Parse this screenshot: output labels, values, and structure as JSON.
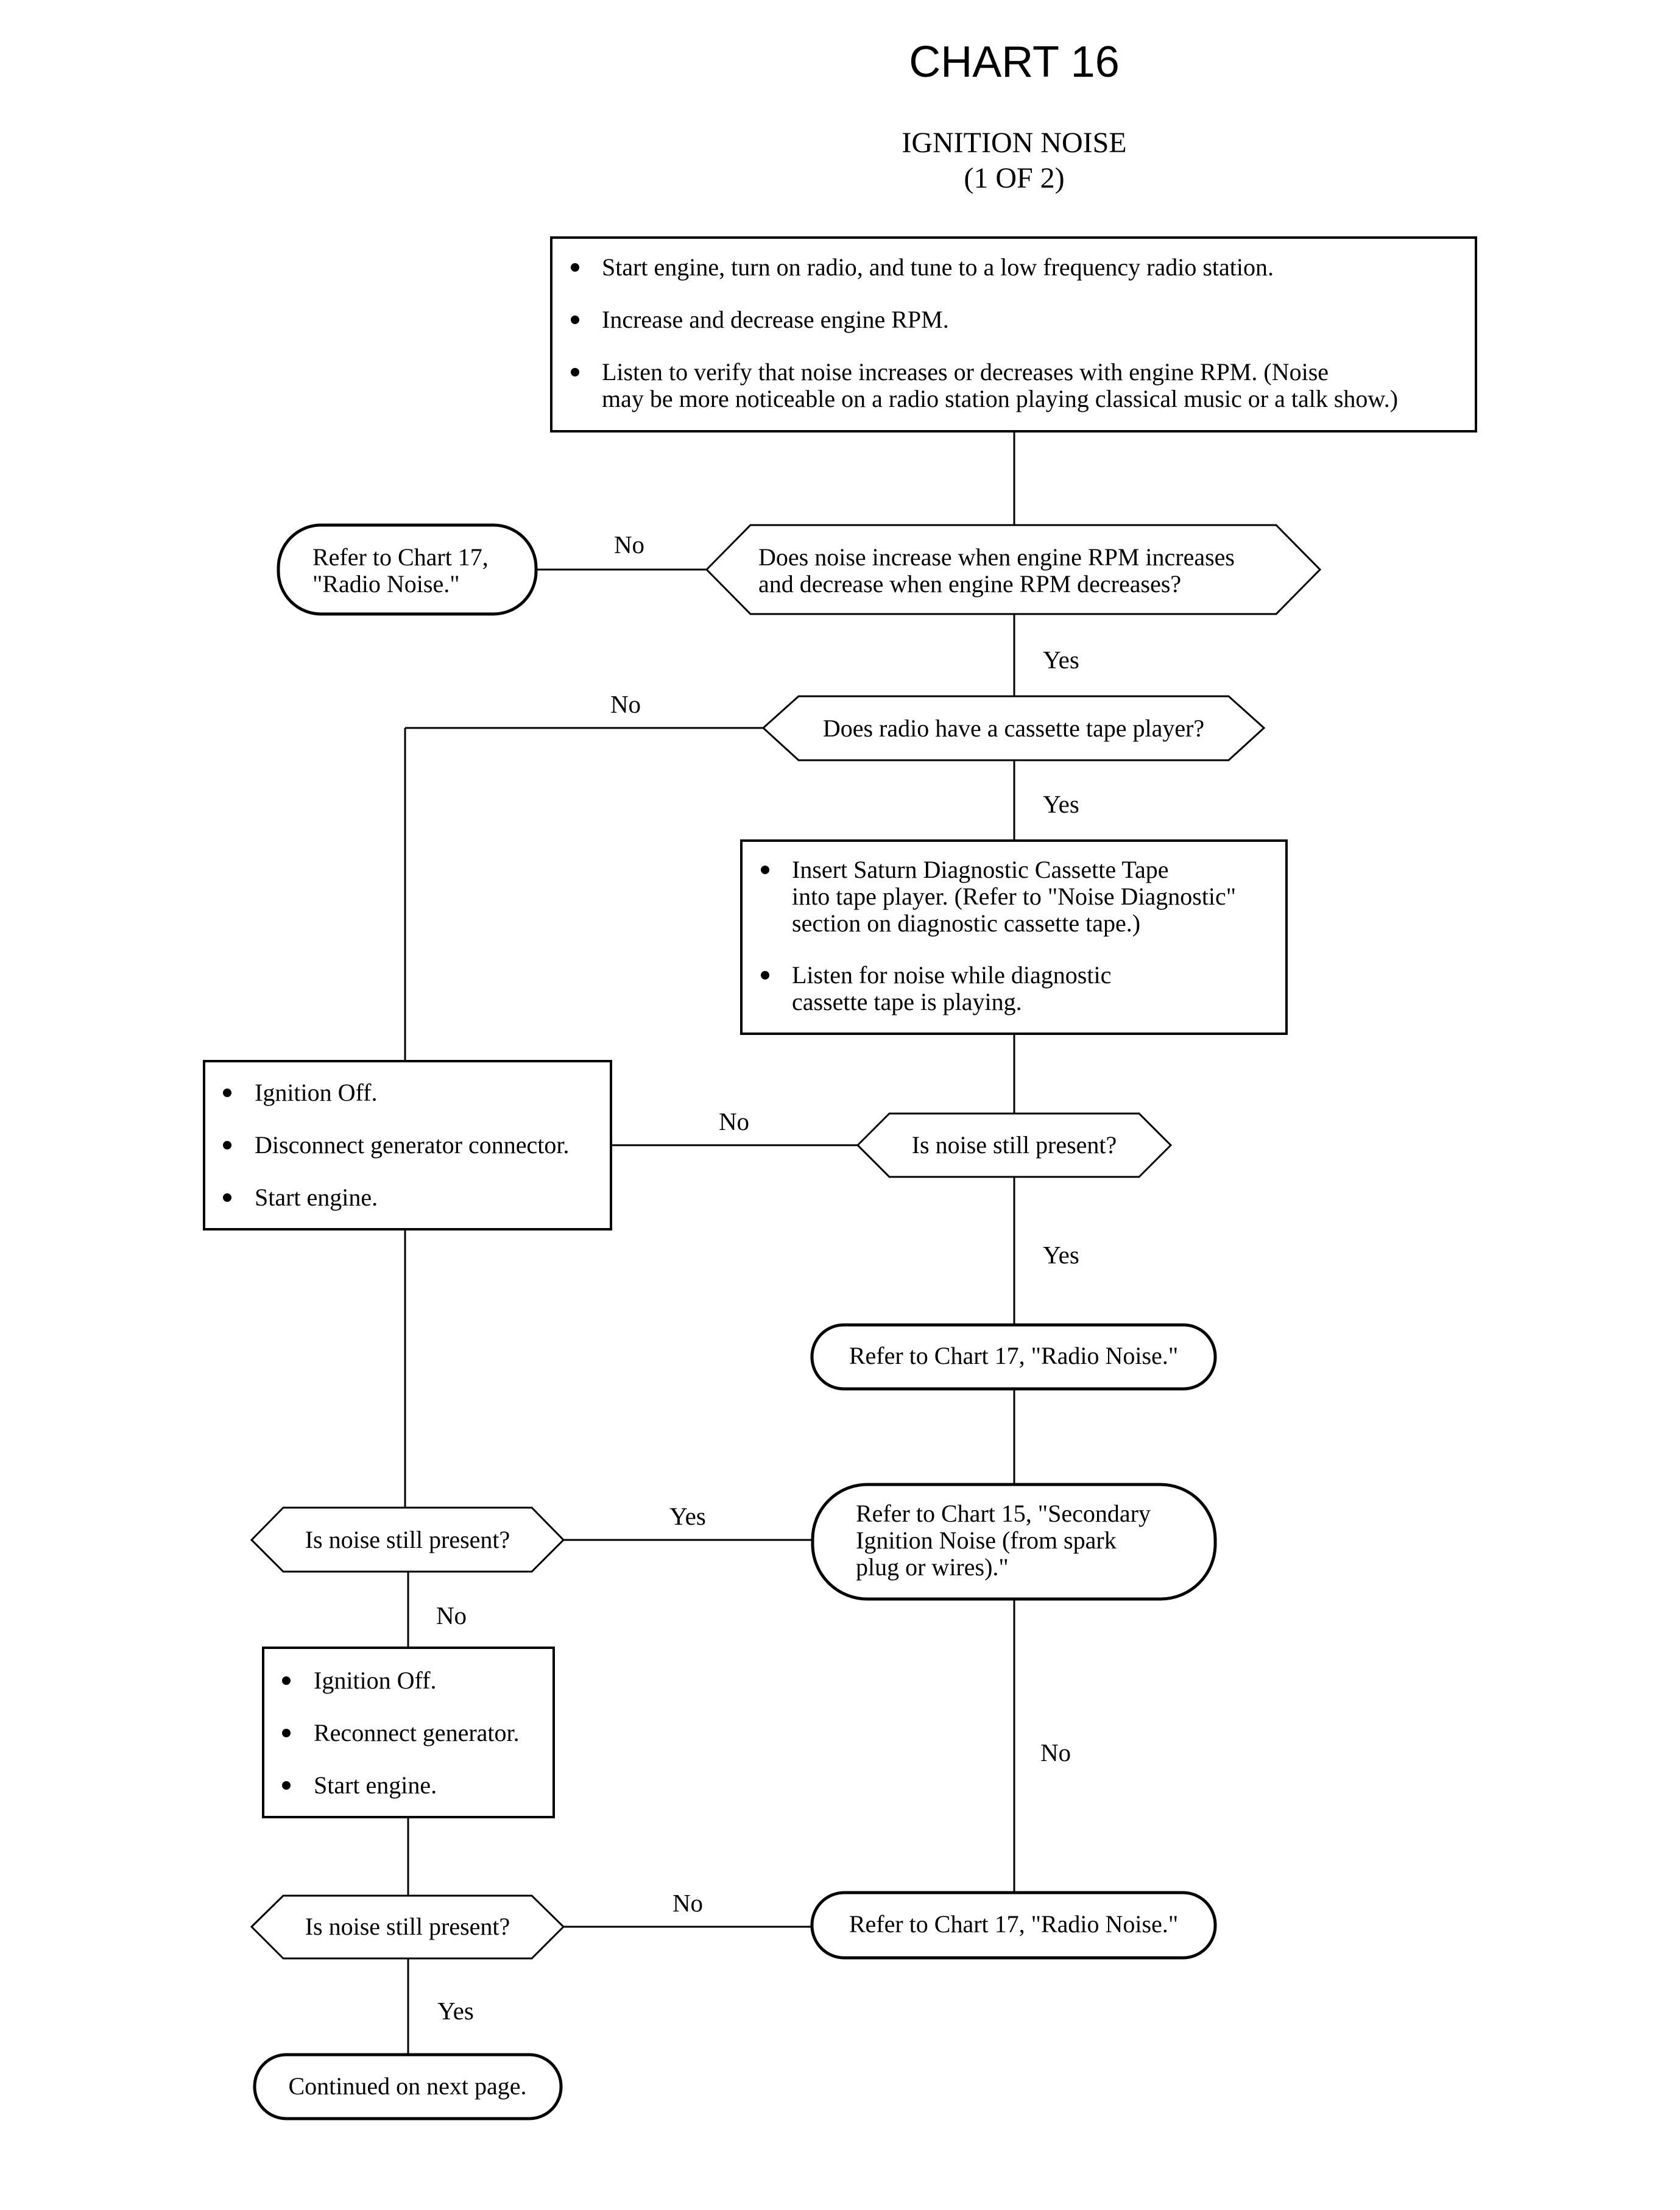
{
  "header": {
    "chart_title": "CHART 16",
    "subtitle_line1": "IGNITION NOISE",
    "subtitle_line2": "(1 OF 2)"
  },
  "nodes": {
    "start_box": {
      "items": [
        [
          "Start engine, turn on radio, and tune to a low frequency radio station."
        ],
        [
          "Increase and decrease engine RPM."
        ],
        [
          "Listen to verify that noise increases or decreases with engine RPM. (Noise",
          "may be more noticeable on a radio station playing classical music or a talk show.)"
        ]
      ]
    },
    "decision_rpm": [
      "Does noise increase when engine RPM increases",
      "and decrease when engine RPM decreases?"
    ],
    "terminal_radio_noise_1": [
      "Refer to Chart 17,",
      "\"Radio Noise.\""
    ],
    "decision_cassette": [
      "Does radio have a cassette tape player?"
    ],
    "cassette_box": {
      "items": [
        [
          "Insert Saturn Diagnostic Cassette Tape",
          "into tape player. (Refer to \"Noise Diagnostic\"",
          "section on diagnostic cassette tape.)"
        ],
        [
          "Listen for noise while diagnostic",
          "cassette tape is playing."
        ]
      ]
    },
    "generator_box": {
      "items": [
        [
          "Ignition Off."
        ],
        [
          "Disconnect generator connector."
        ],
        [
          "Start engine."
        ]
      ]
    },
    "decision_noise_1": [
      "Is noise still present?"
    ],
    "terminal_radio_noise_2": [
      "Refer to Chart 17, \"Radio Noise.\""
    ],
    "terminal_secondary": [
      "Refer to Chart 15, \"Secondary",
      "Ignition Noise (from spark",
      "plug or wires).\""
    ],
    "decision_noise_2": [
      "Is noise still present?"
    ],
    "reconnect_box": {
      "items": [
        [
          "Ignition Off."
        ],
        [
          "Reconnect generator."
        ],
        [
          "Start engine."
        ]
      ]
    },
    "decision_noise_3": [
      "Is noise still present?"
    ],
    "terminal_radio_noise_3": [
      "Refer to Chart 17, \"Radio Noise.\""
    ],
    "terminal_continued": [
      "Continued on next page."
    ]
  },
  "labels": {
    "no_rpm": "No",
    "yes_rpm": "Yes",
    "no_cassette": "No",
    "yes_cassette": "Yes",
    "no_noise_1": "No",
    "yes_noise_1": "Yes",
    "yes_noise_2": "Yes",
    "no_noise_2": "No",
    "no_secondary": "No",
    "no_noise_3": "No",
    "yes_noise_3": "Yes"
  },
  "colors": {
    "stroke": "#000000",
    "background": "#ffffff"
  }
}
